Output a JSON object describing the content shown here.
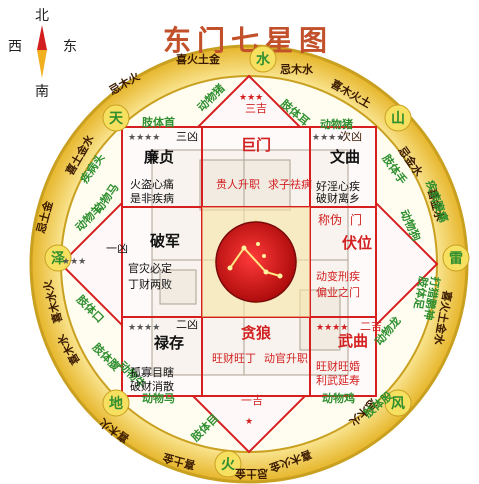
{
  "title": "东门七星图",
  "compass": {
    "north": "北",
    "south": "南",
    "west": "西",
    "east": "东"
  },
  "trigrams": {
    "n": "水",
    "ne": "山",
    "e": "雷",
    "se": "风",
    "s": "火",
    "sw": "地",
    "w": "泽",
    "nw": "天"
  },
  "ring_text": {
    "n_left": "喜火土金",
    "n_right": "忌木水",
    "ne_top": "喜木火土",
    "ne_mid": "忌金水",
    "e_top": "喜金水",
    "e_low": "喜火土金水",
    "se_mid": "忌木火",
    "s_right": "喜木火金",
    "s_mid": "忌土金",
    "s_left": "喜土金",
    "sw_low": "喜木火",
    "sw_mid": "喜木水",
    "w_low": "喜木水火",
    "w_mid": "忌土金",
    "nw_low": "喜土金水",
    "nw_top": "忌木火"
  },
  "diamond_tags": {
    "n_left": "肢体首",
    "n_right": "动物猪",
    "n_top_right": "肢体耳",
    "n_top_left": "动物猪",
    "ne_1": "肢体手",
    "ne_2": "动物狗",
    "e_1": "肢体足",
    "e_2": "疾病腹痛",
    "e_3": "打猎鹏神",
    "e_4": "动物龙",
    "se_1": "肢体股",
    "se_2": "动物鸡",
    "s_1": "肢体目",
    "s_2": "动物马",
    "sw_1": "肢体腹",
    "sw_2": "动物牛",
    "w_1": "肢体口",
    "w_2": "动物羊",
    "nw_1": "动物马",
    "nw_2": "疾病头"
  },
  "center_label": "一吉",
  "cells": {
    "n": {
      "rank": "三吉",
      "star": "巨门",
      "sub_left": "贵人升职",
      "sub_right": "求子祛病"
    },
    "ne": {
      "rank": "次凶",
      "star": "文曲",
      "sub_left": "好淫心疾",
      "sub_right": "破财离乡"
    },
    "e": {
      "rank": "门",
      "star": "伏位",
      "sub_left": "动变刑疾",
      "sub_right": "偏业之门",
      "prefix": "称伪"
    },
    "se": {
      "rank": "二吉",
      "star": "武曲",
      "sub_left": "旺财旺婚",
      "sub_right": "利武延寿"
    },
    "s": {
      "rank": "一吉",
      "star": "贪狼",
      "sub_left": "旺财旺丁",
      "sub_right": "动官升职"
    },
    "sw": {
      "rank": "二凶",
      "star": "禄存",
      "sub_left": "孤寡目瞎",
      "sub_right": "破财消散"
    },
    "w": {
      "rank": "一凶",
      "star": "破军",
      "sub_left": "官灾必定",
      "sub_right": "丁财两败"
    },
    "nw": {
      "rank": "三凶",
      "star": "廉贞",
      "sub_left": "火盗心痛",
      "sub_right": "是非疾病"
    }
  },
  "colors": {
    "ring_outer": "#c9a020",
    "ring_inner": "#f7d84a",
    "band": "#ffe98a",
    "diamond": "#d62020",
    "star_red": "#d22020",
    "bagua": "#c41a1a",
    "trigram_green": "#2f8f2f",
    "text_dark": "#3a1a00"
  }
}
